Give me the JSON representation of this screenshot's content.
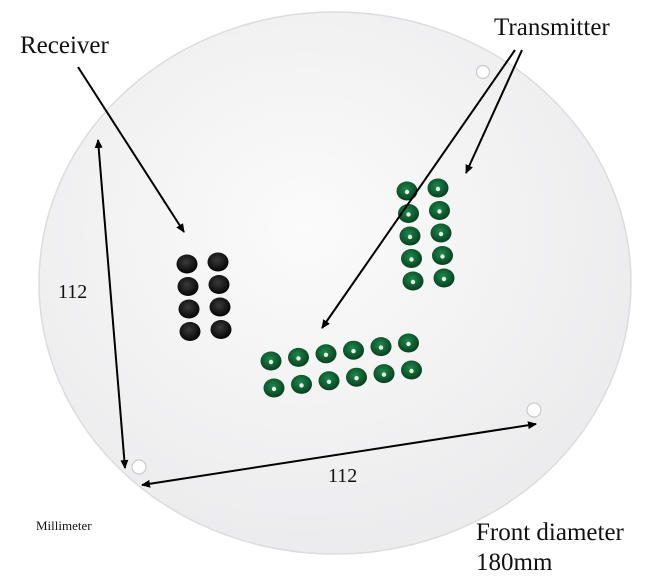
{
  "labels": {
    "receiver": "Receiver",
    "transmitter": "Transmitter",
    "dimension_vertical": "112",
    "dimension_horizontal": "112",
    "unit": "Millimeter",
    "front_diameter": "Front diameter",
    "diameter_value": "180mm"
  },
  "board": {
    "receiver_leds": {
      "columns": 2,
      "rows": 4
    },
    "transmitter_leds": {
      "vertical_columns": 2,
      "vertical_rows": 5,
      "horizontal_columns": 6,
      "horizontal_rows": 2
    },
    "mounting_holes": 3
  },
  "colors": {
    "board": "#f3f3f4",
    "receiver_led": "#141414",
    "transmitter_led": "#0f6a38",
    "arrow": "#000000"
  }
}
